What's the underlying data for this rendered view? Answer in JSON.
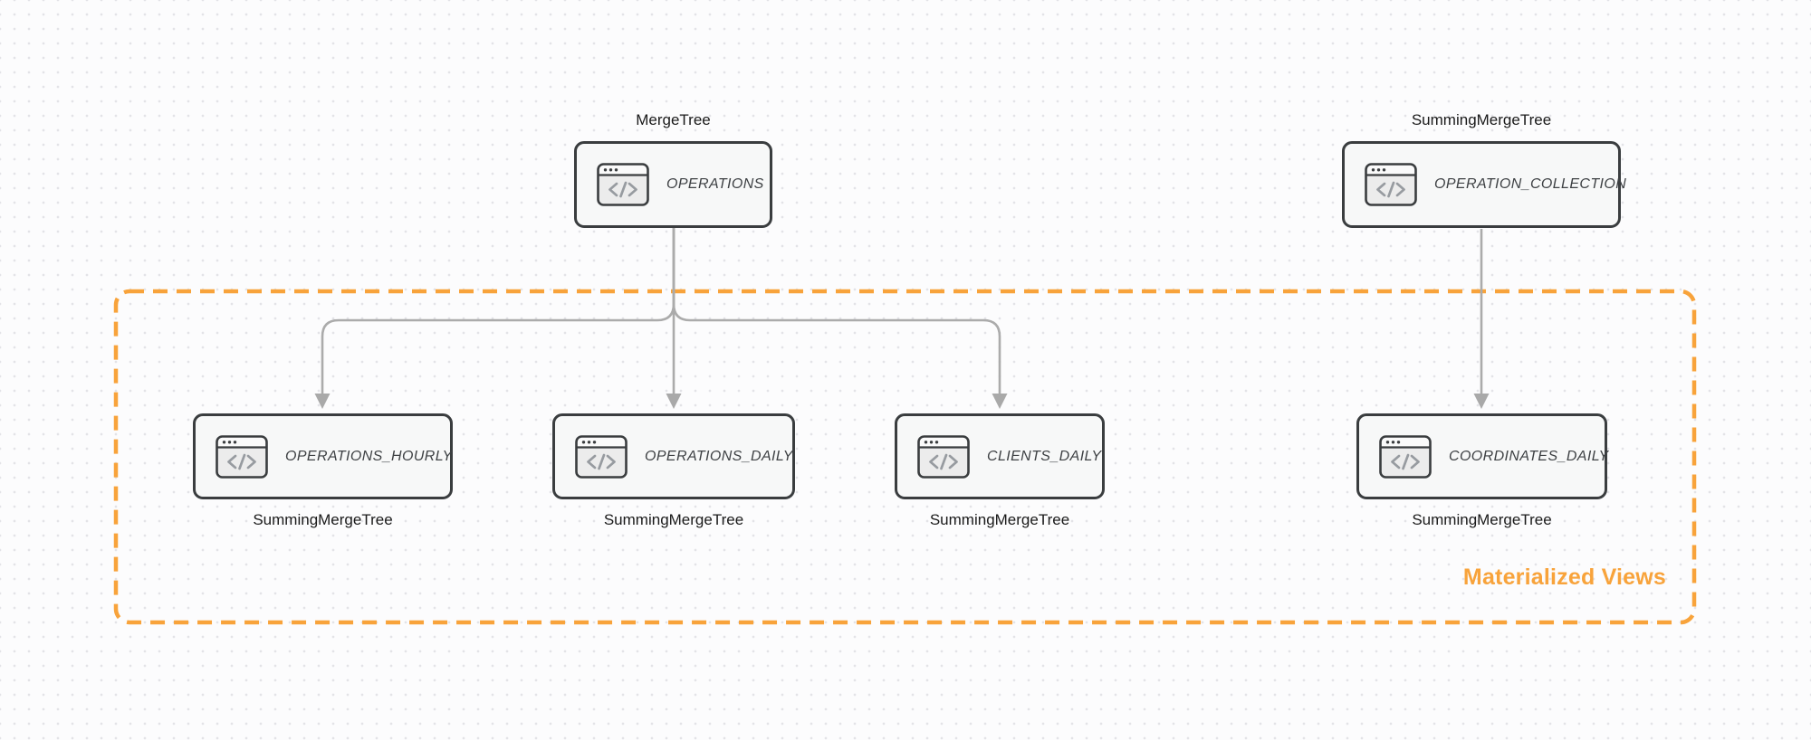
{
  "nodes": {
    "operations": {
      "engine": "MergeTree",
      "name": "OPERATIONS"
    },
    "operation_collection": {
      "engine": "SummingMergeTree",
      "name": "OPERATION_COLLECTION"
    },
    "operations_hourly": {
      "name": "OPERATIONS_HOURLY",
      "engine": "SummingMergeTree"
    },
    "operations_daily": {
      "name": "OPERATIONS_DAILY",
      "engine": "SummingMergeTree"
    },
    "clients_daily": {
      "name": "CLIENTS_DAILY",
      "engine": "SummingMergeTree"
    },
    "coordinates_daily": {
      "name": "COORDINATES_DAILY",
      "engine": "SummingMergeTree"
    }
  },
  "group": {
    "label": "Materialized Views"
  },
  "colors": {
    "accent_orange": "#F8A33B",
    "arrow_gray": "#ABABAB",
    "node_border": "#3A3D3F",
    "node_fill": "#F7F8F8",
    "canvas_dot": "#E3E3E7"
  }
}
